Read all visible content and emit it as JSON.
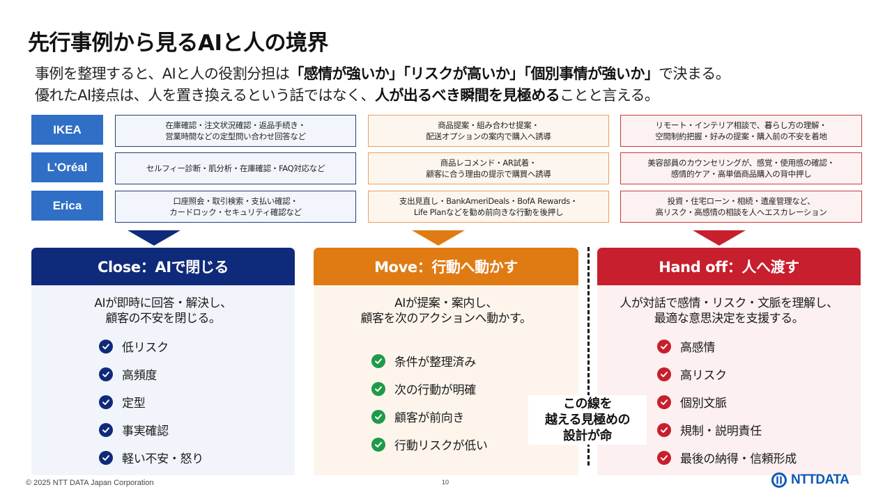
{
  "title": "先行事例から見るAIと人の境界",
  "lead": {
    "line1": [
      {
        "t": "事例を整理すると、AIと人の役割分担は",
        "b": false
      },
      {
        "t": "「感情が強いか」「リスクが高いか」「個別事情が強いか」",
        "b": true
      },
      {
        "t": "で決まる。",
        "b": false
      }
    ],
    "line2": [
      {
        "t": "優れたAI接点は、人を置き換えるという話ではなく、",
        "b": false
      },
      {
        "t": "人が出るべき瞬間を見極める",
        "b": true
      },
      {
        "t": "ことと言える。",
        "b": false
      }
    ]
  },
  "colors": {
    "company": "#2f6fc6",
    "close": "#0f2a7a",
    "move": "#e07b14",
    "handoff": "#c71f2d"
  },
  "rows": [
    {
      "company": "IKEA",
      "close": "在庫確認・注文状況確認・返品手続き・\n営業時間などの定型問い合わせ回答など",
      "move": "商品提案・組み合わせ提案・\n配送オプションの案内で購入へ誘導",
      "handoff": "リモート・インテリア相談で、暮らし方の理解・\n空間制約把握・好みの提案・購入前の不安を着地"
    },
    {
      "company": "L'Oréal",
      "close": "セルフィー診断・肌分析・在庫確認・FAQ対応など",
      "move": "商品レコメンド・AR試着・\n顧客に合う理由の提示で購買へ誘導",
      "handoff": "美容部員のカウンセリングが、感覚・使用感の確認・\n感情的ケア・高単価商品購入の背中押し"
    },
    {
      "company": "Erica",
      "close": "口座照会・取引検索・支払い確認・\nカードロック・セキュリティ確認など",
      "move": "支出見直し・BankAmeriDeals・BofA Rewards・\nLife Planなどを勧め前向きな行動を後押し",
      "handoff": "投資・住宅ローン・相続・遺産管理など、\n高リスク・高感情の相談を人へエスカレーション"
    }
  ],
  "columns": {
    "close": {
      "header": "Close：AIで閉じる",
      "desc": "AIが即時に回答・解決し、\n顧客の不安を閉じる。",
      "items": [
        "低リスク",
        "高頻度",
        "定型",
        "事実確認",
        "軽い不安・怒り"
      ]
    },
    "move": {
      "header": "Move：行動へ動かす",
      "desc": "AIが提案・案内し、\n顧客を次のアクションへ動かす。",
      "items": [
        "条件が整理済み",
        "次の行動が明確",
        "顧客が前向き",
        "行動リスクが低い"
      ]
    },
    "handoff": {
      "header": "Hand off：人へ渡す",
      "desc": "人が対話で感情・リスク・文脈を理解し、\n最適な意思決定を支援する。",
      "items": [
        "高感情",
        "高リスク",
        "個別文脈",
        "規制・説明責任",
        "最後の納得・信頼形成"
      ]
    }
  },
  "note": "この線を\n越える見極めの\n設計が命",
  "footer": {
    "copyright": "© 2025 NTT DATA Japan Corporation",
    "page": "10",
    "logo": "NTTDATA"
  }
}
